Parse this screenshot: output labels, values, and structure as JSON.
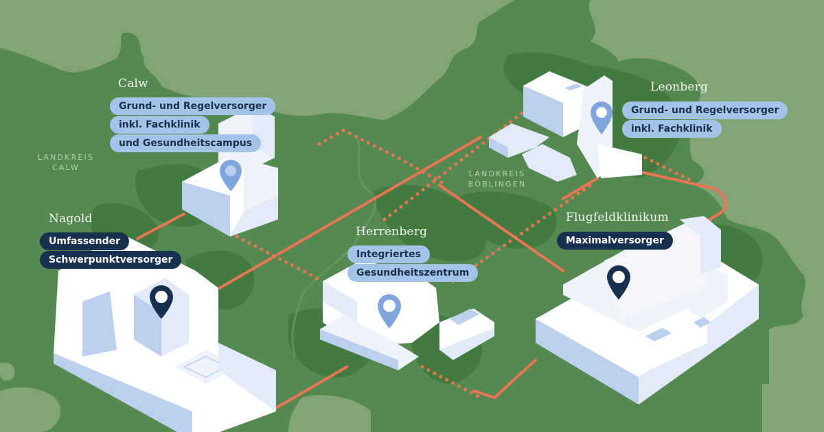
{
  "map": {
    "colors": {
      "background_light_green": "#83a476",
      "region_green": "#548a51",
      "forest_dark_green": "#427a3f",
      "route_orange": "#ee7553",
      "building_white": "#eef2fb",
      "building_shade": "#bcd0ee",
      "tag_light_bg": "#a3c3e8",
      "tag_light_text": "#1c304c",
      "tag_dark_bg": "#18304f",
      "tag_dark_text": "#ffffff",
      "pin_light": "#7ea6dc",
      "pin_dark": "#18304f"
    },
    "regions": [
      {
        "line1": "LANDKREIS",
        "line2": "CALW"
      },
      {
        "line1": "LANDKREIS",
        "line2": "BÖBLINGEN"
      }
    ],
    "locations": [
      {
        "name": "Calw",
        "pin_style": "light",
        "tags": [
          "Grund- und Regelversorger",
          "inkl. Fachklinik",
          "und Gesundheitscampus"
        ]
      },
      {
        "name": "Leonberg",
        "pin_style": "light",
        "tags": [
          "Grund- und Regelversorger",
          "inkl. Fachklinik"
        ]
      },
      {
        "name": "Nagold",
        "pin_style": "dark",
        "tags": [
          "Umfassender",
          "Schwerpunktversorger"
        ]
      },
      {
        "name": "Herrenberg",
        "pin_style": "light",
        "tags": [
          "Integriertes",
          "Gesundheitszentrum"
        ]
      },
      {
        "name": "Flugfeldklinikum",
        "pin_style": "dark",
        "tags": [
          "Maximalversorger"
        ]
      }
    ]
  }
}
